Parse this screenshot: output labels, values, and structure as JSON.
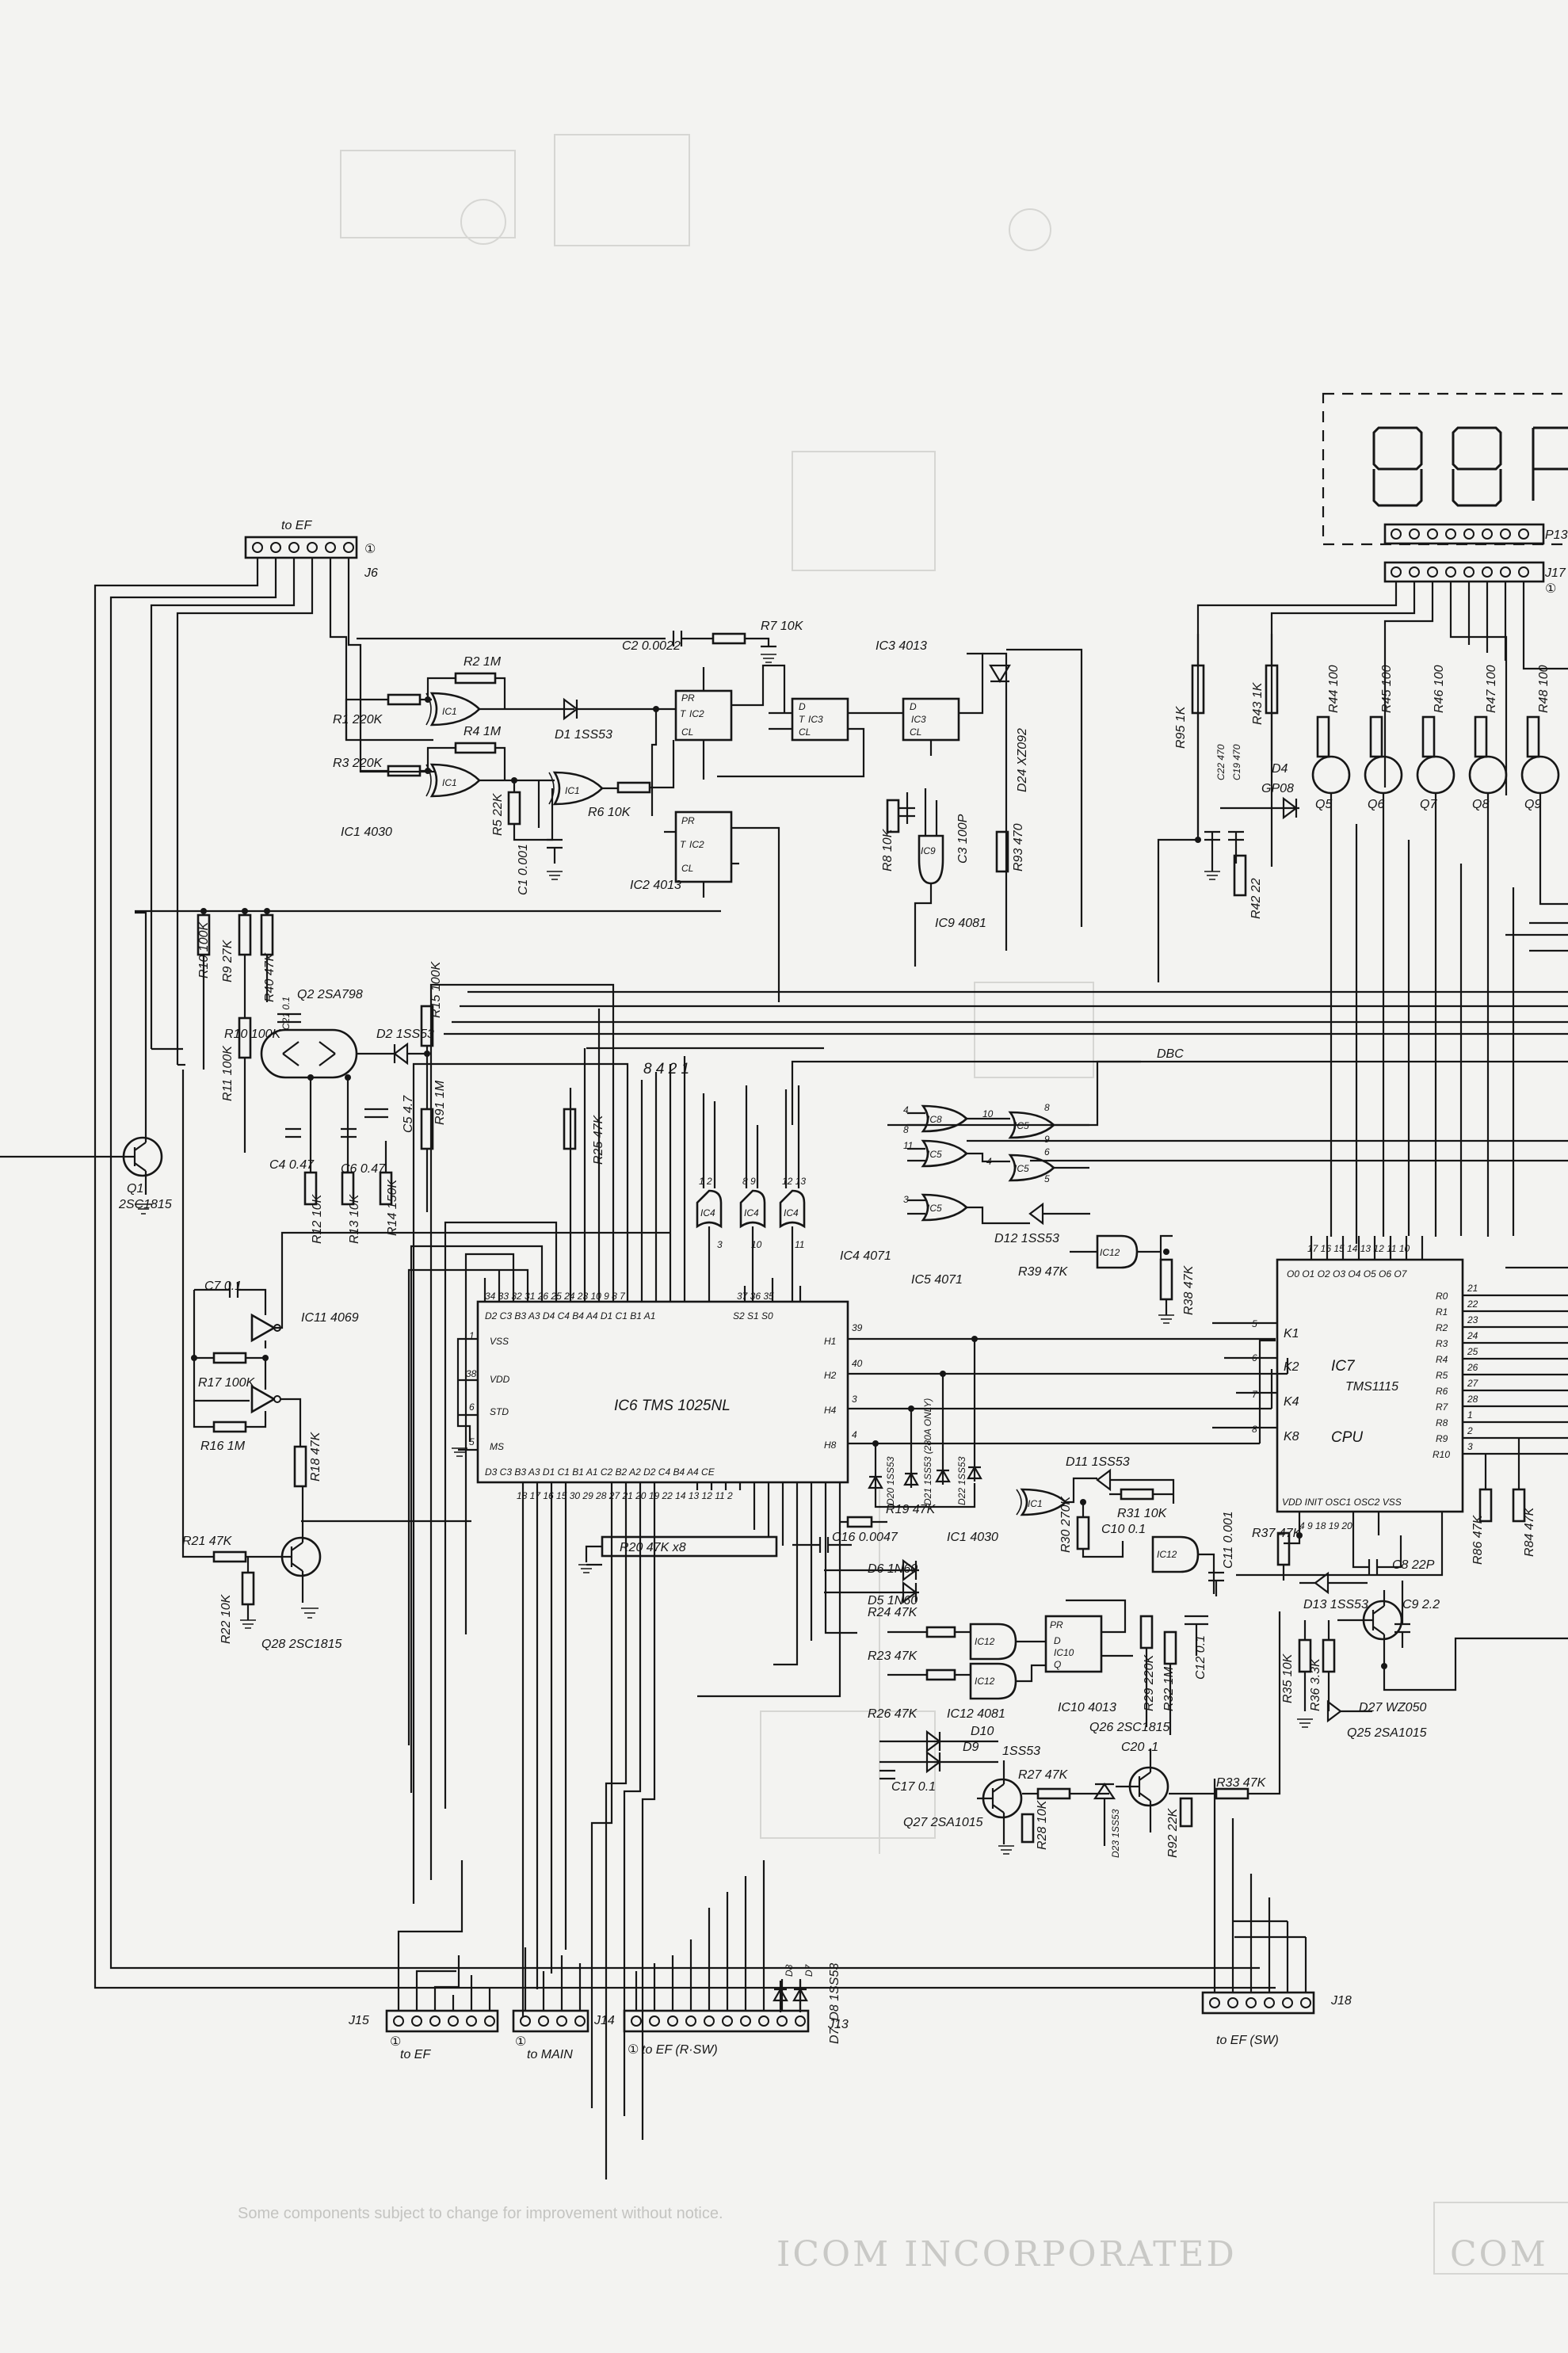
{
  "connectors": {
    "j6": {
      "ref": "J6",
      "label": "to EF",
      "pin1": "①"
    },
    "j15": {
      "ref": "J15",
      "label": "to EF",
      "pin1": "①"
    },
    "j14": {
      "ref": "J14",
      "label": "to MAIN",
      "pin1": "①"
    },
    "j13": {
      "ref": "J13",
      "label": "to EF (R·SW)",
      "pin1": "①"
    },
    "j18": {
      "ref": "J18",
      "label": "to EF (SW)"
    },
    "p13": {
      "ref": "P13"
    },
    "j17": {
      "ref": "J17",
      "pin1": "①"
    }
  },
  "ics": {
    "ic6": {
      "title": "IC6  TMS 1025NL",
      "top_pins": "34 33 32 31 26 25 24 23 10 9 8 7",
      "top_names": "D2 C3 B3 A3  D4 C4 B4 A4  D1 C1 B1 A1",
      "sel_pins": "37  36  35",
      "sel_names": "S2  S1  S0",
      "left": [
        "VSS",
        "VDD",
        "STD",
        "MS"
      ],
      "left_pins": [
        "1",
        "38",
        "6",
        "5"
      ],
      "right": [
        "H1",
        "H2",
        "H4",
        "H8"
      ],
      "right_pins": [
        "39",
        "40",
        "3",
        "4"
      ],
      "bottom_names": "D3 C3 B3 A3  D1 C1 B1 A1  C2 B2 A2 D2  C4 B4 A4 CE",
      "bottom_pins": "18 17 16 15  30 29 28 27  21 20 19 22  14 13 12 11 2"
    },
    "ic7": {
      "title": "IC7",
      "part": "TMS1115",
      "func": "CPU",
      "top_pins": "17 16 15 14 13 12 11 10",
      "top_names": "O0 O1 O2 O3 O4 O5 O6 O7",
      "left": [
        "K1",
        "K2",
        "K4",
        "K8"
      ],
      "left_pins": [
        "5",
        "6",
        "7",
        "8"
      ],
      "right": [
        "R0",
        "R1",
        "R2",
        "R3",
        "R4",
        "R5",
        "R6",
        "R7",
        "R8",
        "R9",
        "R10"
      ],
      "right_pins": [
        "21",
        "22",
        "23",
        "24",
        "25",
        "26",
        "27",
        "28",
        "1",
        "2",
        "3"
      ],
      "bottom": "VDD   INIT  OSC1 OSC2   VSS",
      "bottom_pins": "4     9   18   19     20"
    },
    "ic2a": {
      "name": "IC2"
    },
    "ic2b": {
      "name": "IC2"
    },
    "ic3a": {
      "name": "IC3"
    },
    "ic3b": {
      "name": "IC3"
    },
    "ic10": {
      "name": "IC10"
    },
    "ff_pins": {
      "d": "D",
      "t": "T",
      "pr": "PR",
      "cl": "CL",
      "q": "Q"
    }
  },
  "labels": {
    "ic1_4030": "IC1 4030",
    "ic2_4013": "IC2 4013",
    "ic3_4013": "IC3 4013",
    "ic9_4081": "IC9 4081",
    "ic4_4071": "IC4 4071",
    "ic5_4071": "IC5 4071",
    "ic11_4069": "IC11 4069",
    "ic12_4081": "IC12 4081",
    "ic10_4013": "IC10 4013",
    "ic1_4030b": "IC1 4030",
    "r1": "R1 220K",
    "r2": "R2 1M",
    "r3": "R3 220K",
    "r4": "R4 1M",
    "r5": "R5 22K",
    "r6": "R6 10K",
    "r7": "R7 10K",
    "r8": "R8 10K",
    "r9": "R9 27K",
    "r10": "R10 100K",
    "r11": "R11 100K",
    "r12": "R12 10K",
    "r13": "R13 10K",
    "r14": "R14 150K",
    "r15": "R15 100K",
    "r16": "R16 1M",
    "r17": "R17 100K",
    "r18": "R18 47K",
    "r19": "R19 47K",
    "r20": "R20   47K x8",
    "r21": "R21 47K",
    "r22": "R22 10K",
    "r23": "R23 47K",
    "r24": "R24 47K",
    "r25": "R25 47K",
    "r26": "R26 47K",
    "r27": "R27 47K",
    "r28": "R28 10K",
    "r29": "R29 220K",
    "r30": "R30 270K",
    "r31": "R31 10K",
    "r32": "R32 1M",
    "r33": "R33 47K",
    "r35": "R35 10K",
    "r36": "R36 3.3K",
    "r37": "R37 47K",
    "r38": "R38 47K",
    "r39": "R39 47K",
    "r40": "R40 47K",
    "r42": "R42 22",
    "r43": "R43 1K",
    "r44": "R44 100",
    "r45": "R45 100",
    "r46": "R46 100",
    "r47": "R47 100",
    "r48": "R48 100",
    "r86": "R86 47K",
    "r84": "R84 47K",
    "r91": "R91 1M",
    "r92": "R92 22K",
    "r93": "R93 470",
    "r95": "R95 1K",
    "c1": "C1 0.001",
    "c2": "C2 0.0022",
    "c3": "C3 100P",
    "c4": "C4 0.47",
    "c6": "C6 0.47",
    "c7": "C7 0.1",
    "c8": "C8 22P",
    "c9": "C9 2.2",
    "c10": "C10 0.1",
    "c11": "C11 0.001",
    "c12": "C12 0.1",
    "c16": "C16 0.0047",
    "c17": "C17 0.1",
    "c20": "C20 .1",
    "c21": "C21 0.1",
    "c22": "C22 470",
    "c19": "C19 470",
    "c5": "C5 4.7",
    "d1": "D1 1SS53",
    "d2": "D2 1SS53",
    "d4": "D4",
    "d4p": "GP08",
    "d5": "D5 1N60",
    "d6": "D6 1N60",
    "d9": "D9",
    "d10": "D10",
    "d910": "1SS53",
    "d11": "D11 1SS53",
    "d12": "D12 1SS53",
    "d13": "D13 1SS53",
    "d20": "D20 1SS53",
    "d21": "D21 1SS53 (280A ONLY)",
    "d22": "D22 1SS53",
    "d23": "D23 1SS53",
    "d24": "D24 XZ092",
    "d27": "D27 WZ050",
    "d78": "D7, D8 1SS53",
    "d8": "D8",
    "d7": "D7",
    "q1": "Q1",
    "q1p": "2SC1815",
    "q2": "Q2 2SA798",
    "q5": "Q5",
    "q6": "Q6",
    "q7": "Q7",
    "q8": "Q8",
    "q9": "Q9",
    "q25": "Q25 2SA1015",
    "q26": "Q26 2SC1815",
    "q27": "Q27 2SA1015",
    "q28": "Q28 2SC1815",
    "dbc": "DBC",
    "bcd": "8 4 2 1",
    "company": "ICOM INCORPORATED",
    "company_prefix": "COM",
    "note": "Some components subject to change for improvement without notice."
  },
  "display": {
    "digits": 3
  }
}
